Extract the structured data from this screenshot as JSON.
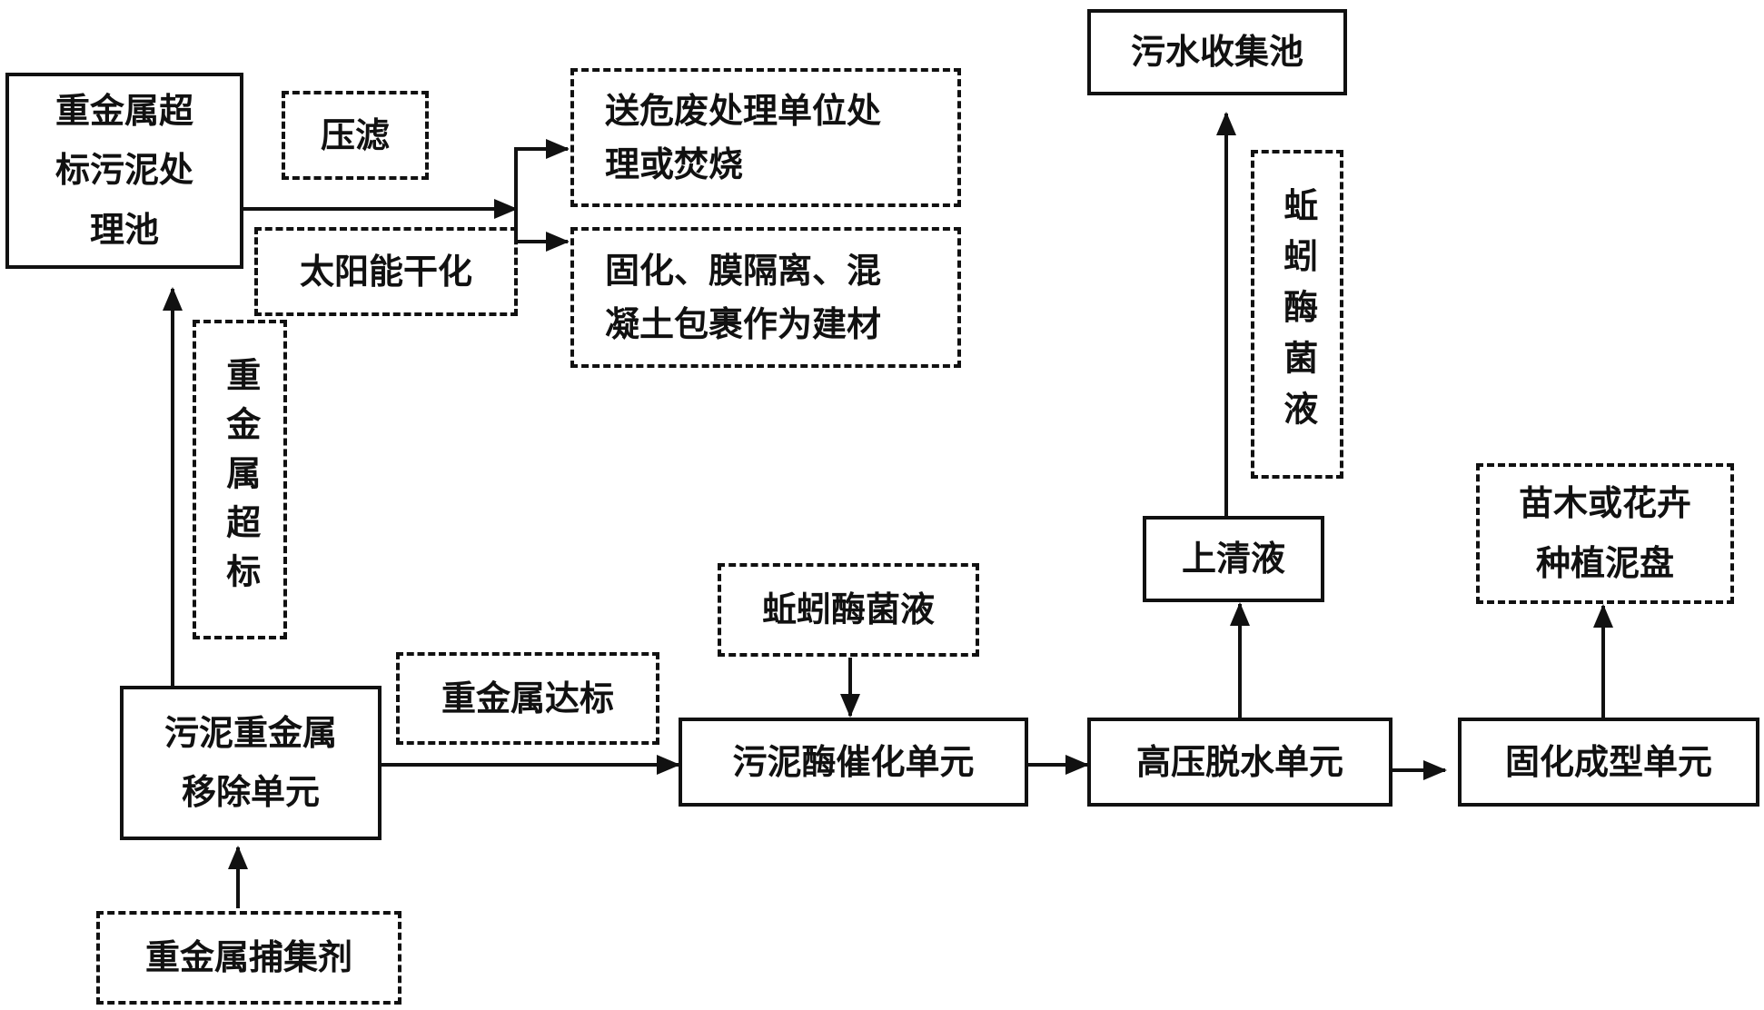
{
  "nodes": {
    "sludge_pool": "重金属超\n标污泥处\n理池",
    "press_filter": "压滤",
    "hazard_disposal": "送危废处理单位处\n理或焚烧",
    "solar_drying": "太阳能干化",
    "solidify_building": "固化、膜隔离、混\n凝土包裹作为建材",
    "exceeding_label": "重金属超标",
    "removal_unit": "污泥重金属\n移除单元",
    "capture_agent": "重金属捕集剂",
    "compliant_label": "重金属达标",
    "enzyme_top": "蚯蚓酶菌液",
    "enzyme_unit": "污泥酶催化单元",
    "dewater_unit": "高压脱水单元",
    "solid_unit": "固化成型单元",
    "supernatant": "上清液",
    "enzyme_vertical": "蚯蚓酶菌液",
    "sewage_pool": "污水收集池",
    "seedling_tray": "苗木或花卉\n种植泥盘"
  }
}
